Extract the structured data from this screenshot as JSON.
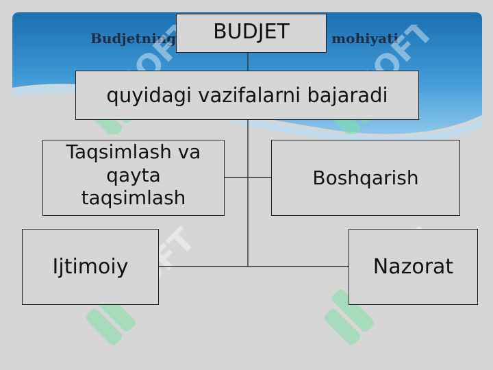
{
  "slide": {
    "title_left": "Budjetning",
    "title_right": "mohiyati"
  },
  "diagram": {
    "root": "BUDJET",
    "level1": "quyidagi vazifalarni bajaradi",
    "functions": {
      "distribution": "Taqsimlash va qayta taqsimlash",
      "management": "Boshqarish",
      "social": "Ijtimoiy",
      "control": "Nazorat"
    }
  },
  "watermark": {
    "text": "SOFT"
  },
  "colors": {
    "background": "#d6d6d6",
    "banner_top": "#1b7fc0",
    "banner_mid": "#4aa3d9",
    "watermark": "#7fe0a8",
    "title": "#1f2a44"
  }
}
